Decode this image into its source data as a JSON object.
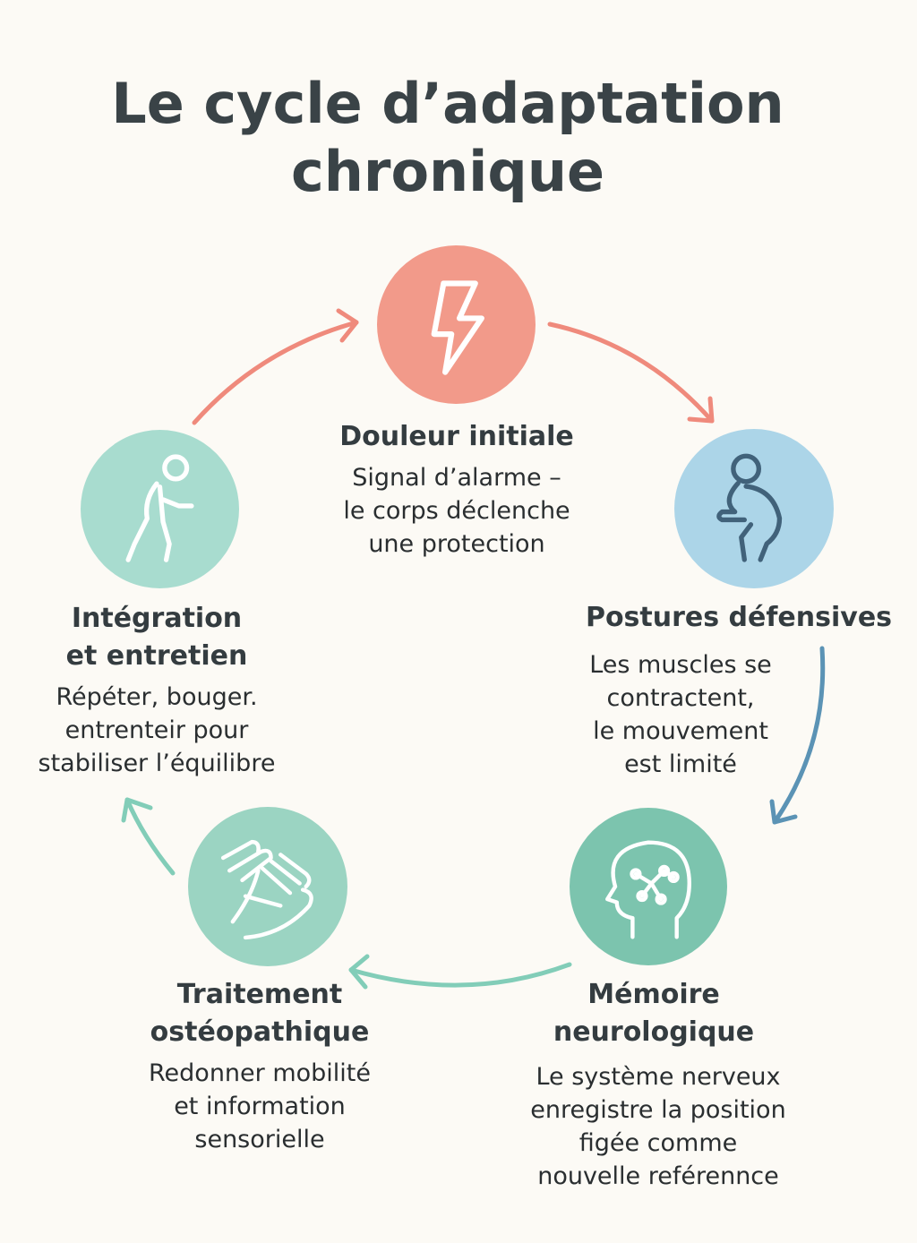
{
  "title": {
    "line1": "Le cycle d’adaptation",
    "line2": "chronique"
  },
  "steps": [
    {
      "heading": [
        "Douleur initiale"
      ],
      "text": [
        "Signal d’alarme –",
        "le corps déclenche",
        "une protection"
      ],
      "icon": "lightning-icon",
      "color": "#f29a8a"
    },
    {
      "heading": [
        "Postures défensives"
      ],
      "text": [
        "Les muscles se",
        "contractent,",
        "le mouvement",
        "est limité"
      ],
      "icon": "hunched-person-icon",
      "color": "#acd5e8"
    },
    {
      "heading": [
        "Mémoire",
        "neurologique"
      ],
      "text": [
        "Le système nerveux",
        "enregistre la position",
        "figée comme",
        "nouvelle reférennce"
      ],
      "icon": "brain-head-icon",
      "color": "#7cc4ae"
    },
    {
      "heading": [
        "Traitement",
        "ostéopathique"
      ],
      "text": [
        "Redonner mobilité",
        "et information",
        "sensorielle"
      ],
      "icon": "hands-icon",
      "color": "#9bd4c2"
    },
    {
      "heading": [
        "Intégration",
        "et entretien"
      ],
      "text": [
        "Répéter, bouger.",
        "entrenteir pour",
        "stabiliser l’équilibre"
      ],
      "icon": "walking-person-icon",
      "color": "#a8dccf"
    }
  ],
  "arrow_colors": {
    "red": "#ef8a7c",
    "blue": "#5b93b5",
    "teal": "#82cdb8"
  }
}
